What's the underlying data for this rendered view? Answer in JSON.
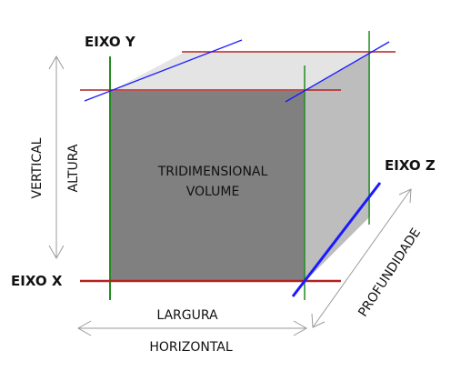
{
  "labels": {
    "axis_y": "EIXO Y",
    "axis_x": "EIXO X",
    "axis_z": "EIXO Z",
    "cube_line1": "TRIDIMENSIONAL",
    "cube_line2": "VOLUME",
    "vertical": "VERTICAL",
    "height": "ALTURA",
    "width": "LARGURA",
    "horizontal": "HORIZONTAL",
    "depth": "PROFUNDIDADE"
  },
  "colors": {
    "front_face": "#808080",
    "side_face": "#bdbdbd",
    "top_face": "#e4e4e4",
    "red_axis": "#b22222",
    "green_axis": "#228b22",
    "blue_axis": "#1a1aff",
    "arrow": "#9a9a9a"
  }
}
